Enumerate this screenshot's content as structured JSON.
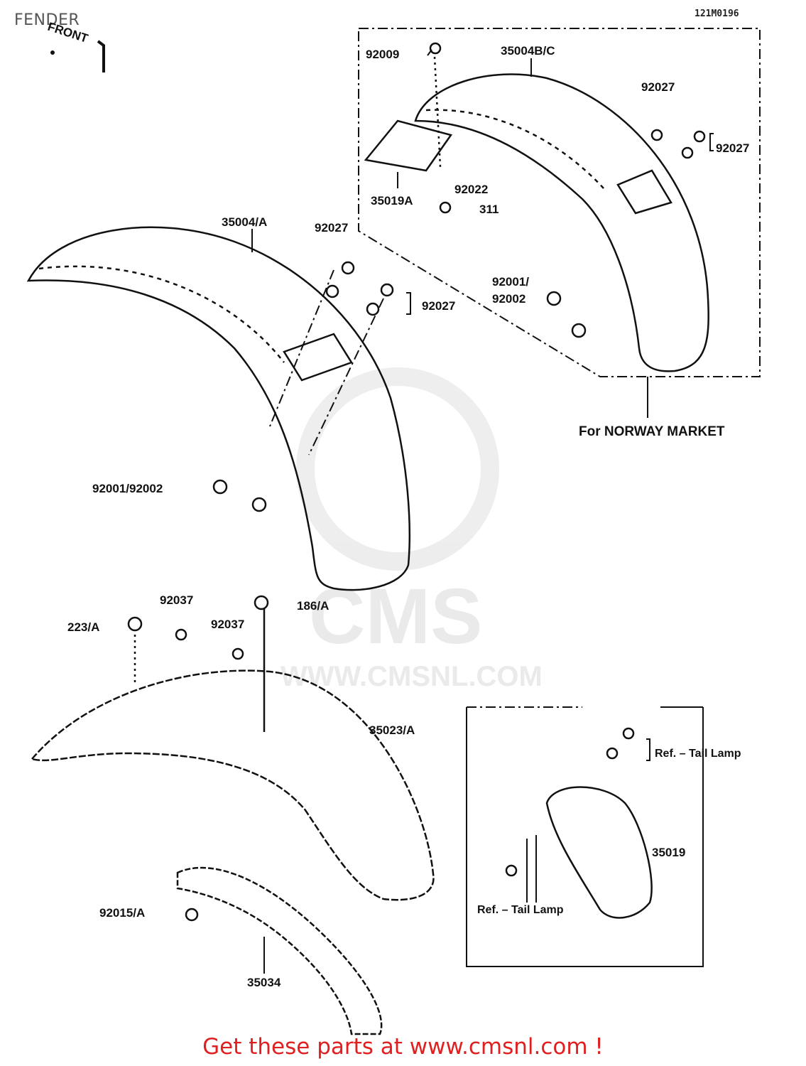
{
  "header": {
    "title": "FENDER",
    "ref_code": "121M0196"
  },
  "front_marker": "FRONT",
  "watermark": {
    "logo": "CMS",
    "url": "WWW.CMSNL.COM"
  },
  "parts": {
    "p1": "92009",
    "p2": "35004B/C",
    "p3": "92027",
    "p4": "92027",
    "p5": "35019A",
    "p6": "92022",
    "p7": "311",
    "p8": "35004/A",
    "p9": "92027",
    "p10": "92027",
    "p11": "92001/",
    "p12": "92002",
    "p13": "92001/92002",
    "p14": "186/A",
    "p15": "223/A",
    "p16": "92037",
    "p17": "92037",
    "p18": "35023/A",
    "p19": "35019",
    "p20": "92015/A",
    "p21": "35034"
  },
  "notes": {
    "norway": "For NORWAY MARKET",
    "tail_lamp_ref_1": "Ref. – Tail Lamp",
    "tail_lamp_ref_2": "Ref. – Tail Lamp"
  },
  "footer": {
    "text": "Get these parts at www.cmsnl.com !"
  }
}
